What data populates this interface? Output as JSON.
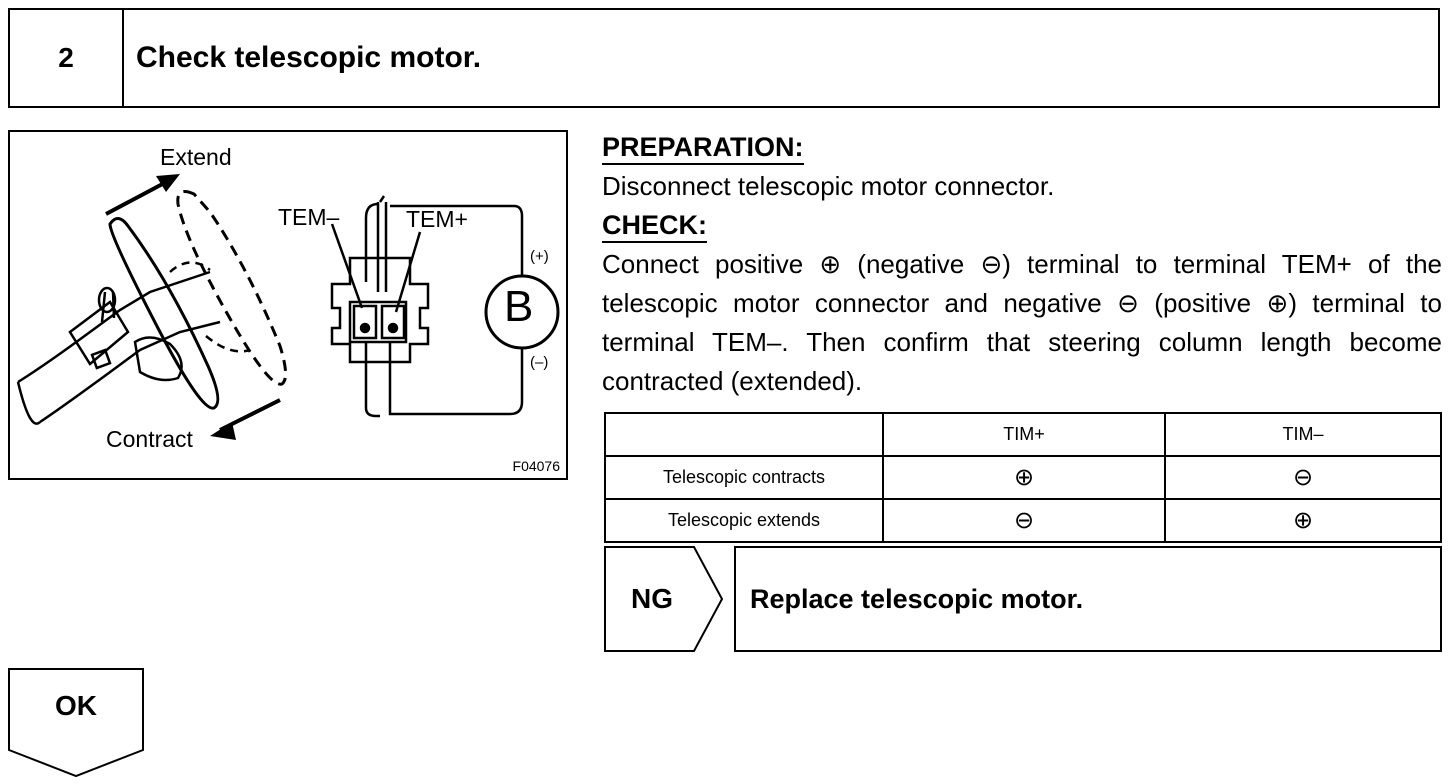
{
  "step": {
    "number": "2",
    "title": "Check telescopic motor."
  },
  "figure": {
    "extend_label": "Extend",
    "contract_label": "Contract",
    "tem_minus_label": "TEM–",
    "tem_plus_label": "TEM+",
    "battery_label": "B",
    "plus_mark": "(+)",
    "minus_mark": "(–)",
    "code": "F04076",
    "icons": [
      "steering-wheel-drawing",
      "connector-drawing",
      "battery-circle"
    ]
  },
  "preparation": {
    "heading": "PREPARATION:",
    "text": "Disconnect telescopic motor connector."
  },
  "check": {
    "heading": "CHECK:",
    "text": "Connect positive ⊕ (negative ⊖) terminal to terminal TEM+ of the telescopic motor connector and negative ⊖ (positive ⊕) terminal to terminal TEM–. Then confirm that steering column length become contracted (extended)."
  },
  "table": {
    "headers": [
      "",
      "TIM+",
      "TIM–"
    ],
    "rows": [
      [
        "Telescopic contracts",
        "⊕",
        "⊖"
      ],
      [
        "Telescopic extends",
        "⊖",
        "⊕"
      ]
    ]
  },
  "ng": {
    "label": "NG",
    "action": "Replace telescopic motor."
  },
  "ok": {
    "label": "OK"
  }
}
